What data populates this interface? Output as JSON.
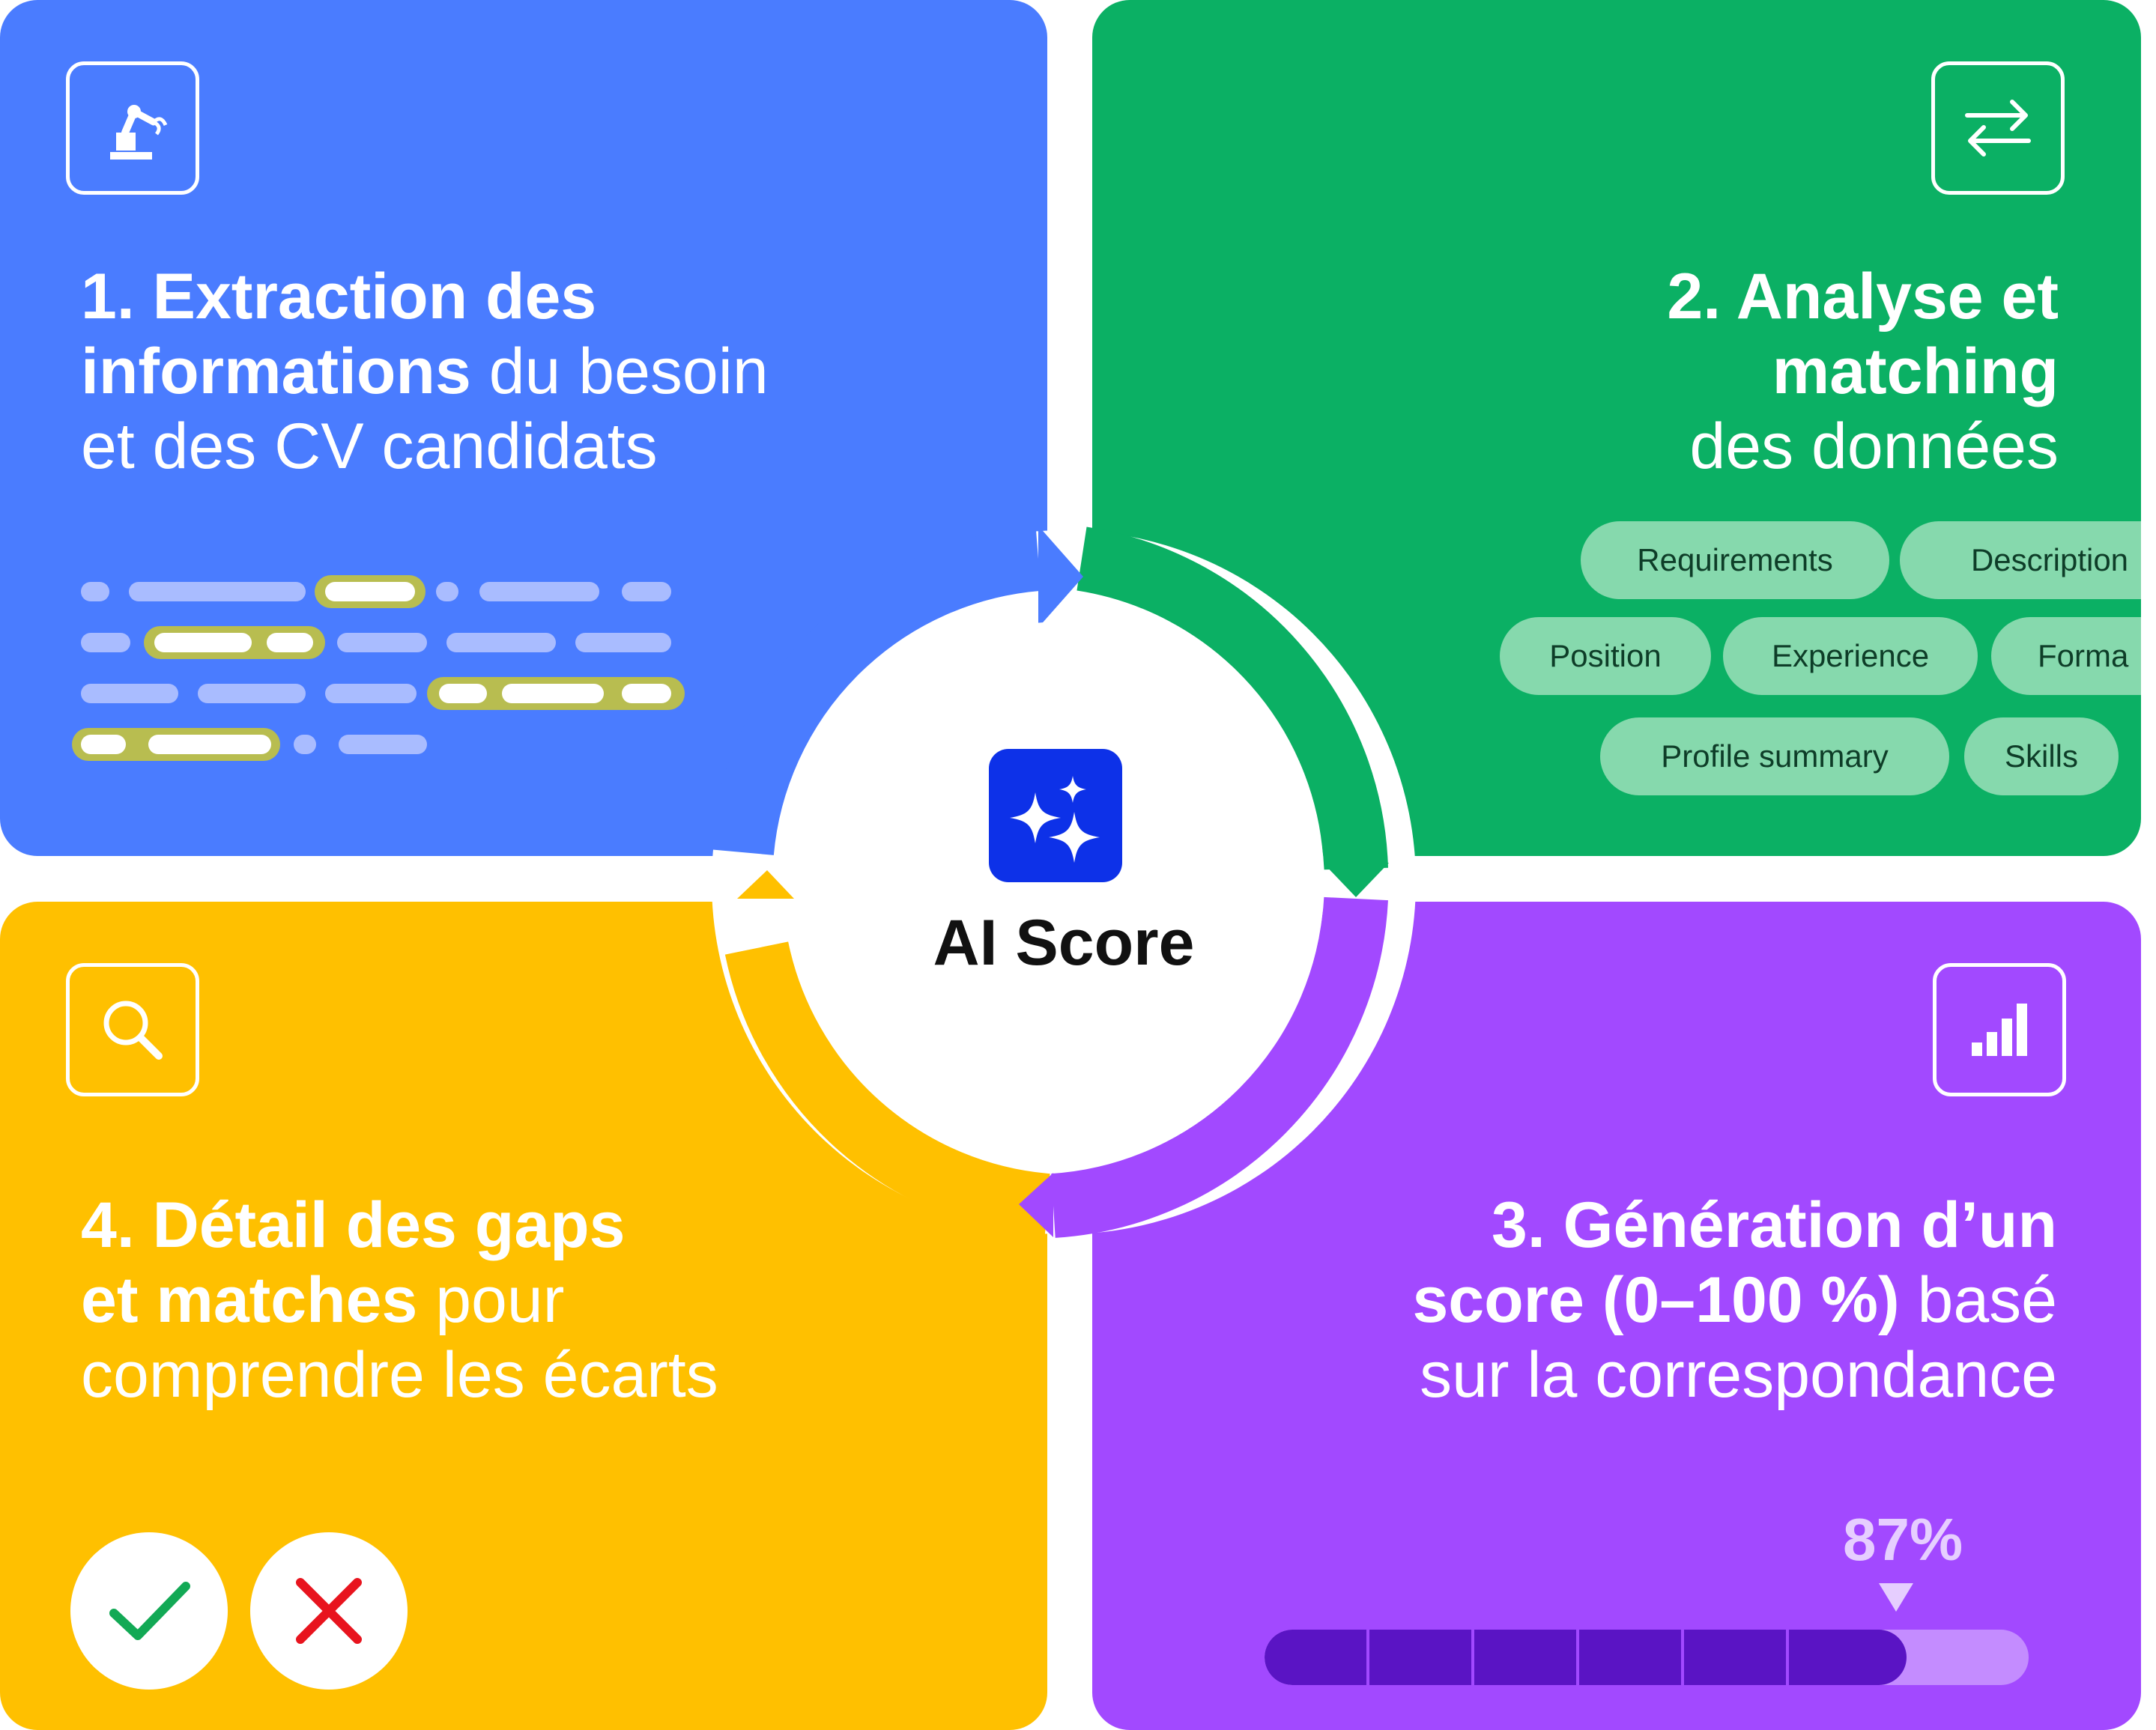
{
  "center": {
    "label": "AI Score",
    "icon": "sparkles-icon"
  },
  "steps": {
    "extraction": {
      "icon": "robot-arm-icon",
      "title_bold_1": "1. Extraction des",
      "title_bold_2": "informations",
      "title_reg_2": " du besoin",
      "title_reg_3": "et des CV candidats"
    },
    "analysis": {
      "icon": "swap-arrows-icon",
      "title_bold_1": "2. Analyse et",
      "title_bold_2": "matching",
      "title_reg_3": "des données",
      "tags": [
        "Requirements",
        "Description",
        "Position",
        "Experience",
        "Forma",
        "Profile summary",
        "Skills"
      ]
    },
    "score": {
      "icon": "bar-chart-icon",
      "title_bold_1": "3. Génération d’un",
      "title_bold_2": "score (0–100 %)",
      "title_reg_2": " basé",
      "title_reg_3": "sur la correspondance",
      "percent_label": "87%",
      "fill_fraction": 0.84
    },
    "detail": {
      "icon": "magnifier-icon",
      "title_bold_1": "4. Détail des gaps",
      "title_bold_2": "et matches",
      "title_reg_2": " pour",
      "title_reg_3": "comprendre les écarts",
      "match_icon": "check-icon",
      "gap_icon": "cross-icon"
    }
  },
  "colors": {
    "blue": "#4a7cff",
    "green": "#0bb064",
    "yellow": "#ffc000",
    "purple": "#a249ff",
    "ai_icon_bg": "#0d31e8"
  }
}
